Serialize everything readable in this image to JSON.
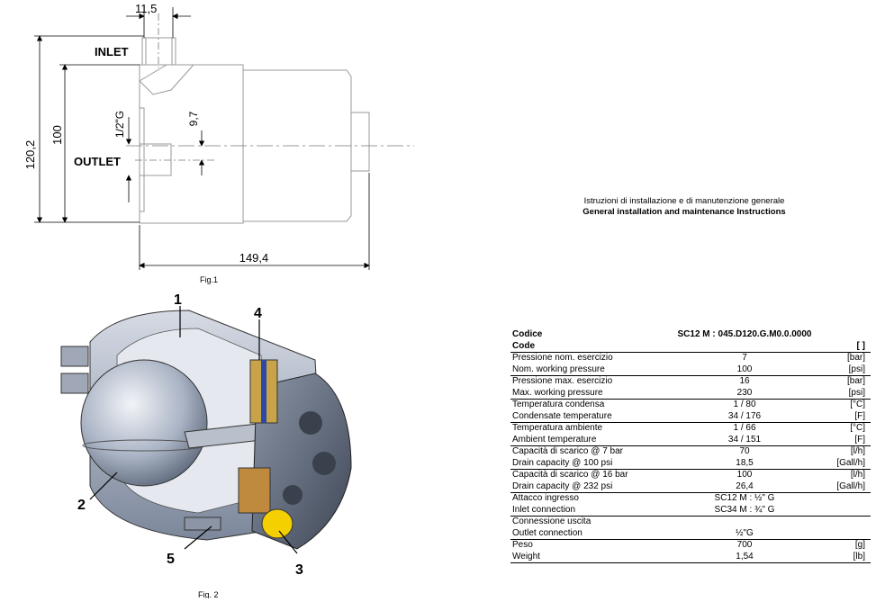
{
  "fig1": {
    "dim_top": "11,5",
    "inlet": "INLET",
    "outlet": "OUTLET",
    "dim_height_total": "120,2",
    "dim_height": "100",
    "dim_thread": "1/2\"G",
    "dim_offset": "9,7",
    "dim_length": "149,4",
    "caption": "Fig.1"
  },
  "fig2": {
    "callouts": [
      "1",
      "2",
      "3",
      "4",
      "5"
    ],
    "caption": "Fig. 2"
  },
  "headings": {
    "it": "Istruzioni di installazione e di manutenzione generale",
    "en": "General installation and maintenance Instructions"
  },
  "spec": {
    "header": {
      "label_it": "Codice",
      "label_en": "Code",
      "value": "SC12 M : 045.D120.G.M0.0.0000",
      "unit": "[ ]"
    },
    "groups": [
      {
        "rows": [
          {
            "label": "Pressione nom. esercizio",
            "value": "7",
            "unit": "[bar]"
          },
          {
            "label": "Nom. working pressure",
            "value": "100",
            "unit": "[psi]"
          }
        ]
      },
      {
        "rows": [
          {
            "label": "Pressione max. esercizio",
            "value": "16",
            "unit": "[bar]"
          },
          {
            "label": "Max. working pressure",
            "value": "230",
            "unit": "[psi]"
          }
        ]
      },
      {
        "rows": [
          {
            "label": "Temperatura condensa",
            "value": "1  /  80",
            "unit": "[°C]"
          },
          {
            "label": "Condensate temperature",
            "value": "34  /  176",
            "unit": "[F]"
          }
        ]
      },
      {
        "rows": [
          {
            "label": "Temperatura ambiente",
            "value": "1  /  66",
            "unit": "[°C]"
          },
          {
            "label": "Ambient temperature",
            "value": "34  /  151",
            "unit": "[F]"
          }
        ]
      },
      {
        "rows": [
          {
            "label": "Capacità di scarico @ 7 bar",
            "value": "70",
            "unit": "[l/h]"
          },
          {
            "label": "Drain capacity @ 100 psi",
            "value": "18,5",
            "unit": "[Gall/h]"
          }
        ]
      },
      {
        "rows": [
          {
            "label": "Capacità di scarico @ 16 bar",
            "value": "100",
            "unit": "[l/h]"
          },
          {
            "label": "Drain capacity @ 232 psi",
            "value": "26,4",
            "unit": "[Gall/h]"
          }
        ]
      },
      {
        "rows": [
          {
            "label": "Attacco ingresso",
            "value": "SC12 M : ½\" G",
            "unit": ""
          },
          {
            "label": "Inlet connection",
            "value": "SC34 M : ¾\" G",
            "unit": ""
          }
        ]
      },
      {
        "rows": [
          {
            "label": "Connessione uscita",
            "value": "",
            "unit": ""
          },
          {
            "label": "Outlet connection",
            "value": "½\"G",
            "unit": ""
          }
        ]
      },
      {
        "rows": [
          {
            "label": "Peso",
            "value": "700",
            "unit": "[g]"
          },
          {
            "label": "Weight",
            "value": "1,54",
            "unit": "[lb]"
          }
        ]
      }
    ]
  }
}
